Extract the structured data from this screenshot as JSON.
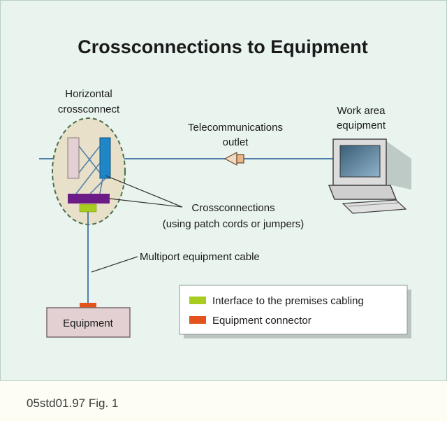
{
  "title": "Crossconnections to Equipment",
  "labels": {
    "horizontal_crossconnect": [
      "Horizontal",
      "crossconnect"
    ],
    "telecom_outlet": [
      "Telecommunications",
      "outlet"
    ],
    "work_area_equipment": [
      "Work area",
      "equipment"
    ],
    "crossconnections": [
      "Crossconnections",
      "(using patch cords or jumpers)"
    ],
    "multiport_cable": "Multiport equipment cable",
    "equipment": "Equipment"
  },
  "legend": [
    {
      "label": "Interface to the premises cabling",
      "color": "#a8cc1f"
    },
    {
      "label": "Equipment connector",
      "color": "#e5531c"
    }
  ],
  "caption": "05std01.97 Fig. 1",
  "colors": {
    "panel_bg": "#e9f4ef",
    "cable": "#4f7ea8",
    "blue_block": "#1f86c8",
    "purple_bar": "#6b1c86",
    "pink_block": "#e3d0d2",
    "ellipse_fill": "#e8e0c9"
  }
}
